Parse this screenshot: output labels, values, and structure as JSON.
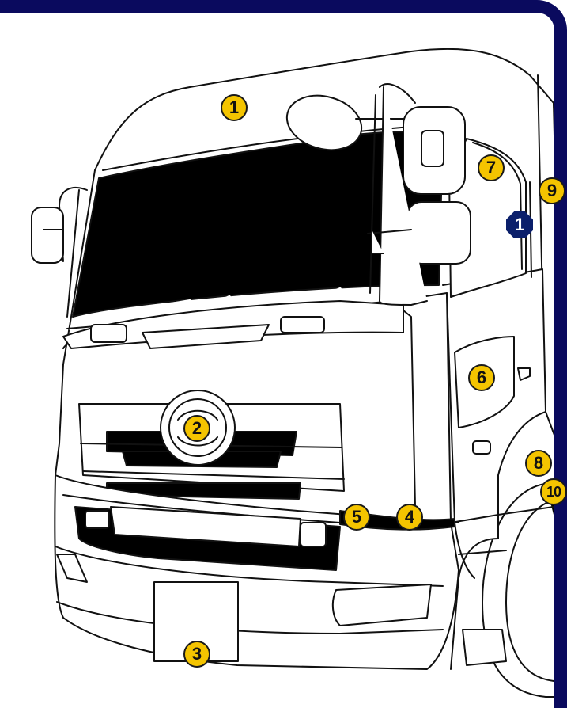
{
  "diagram": {
    "subject": "truck-cab-front",
    "colors": {
      "frame": "#0a0a5e",
      "badge_fill": "#f4c400",
      "badge_special_fill": "#0b1f6b",
      "outline": "#111111"
    },
    "callouts": [
      {
        "id": "c1-roof",
        "label": "1",
        "style": "circle"
      },
      {
        "id": "c1-side",
        "label": "1",
        "style": "octagon"
      },
      {
        "id": "c2",
        "label": "2",
        "style": "circle"
      },
      {
        "id": "c3",
        "label": "3",
        "style": "circle"
      },
      {
        "id": "c4",
        "label": "4",
        "style": "circle"
      },
      {
        "id": "c5",
        "label": "5",
        "style": "circle"
      },
      {
        "id": "c6",
        "label": "6",
        "style": "circle"
      },
      {
        "id": "c7",
        "label": "7",
        "style": "circle"
      },
      {
        "id": "c8",
        "label": "8",
        "style": "circle"
      },
      {
        "id": "c9",
        "label": "9",
        "style": "circle"
      },
      {
        "id": "c10",
        "label": "10",
        "style": "circle"
      }
    ]
  }
}
